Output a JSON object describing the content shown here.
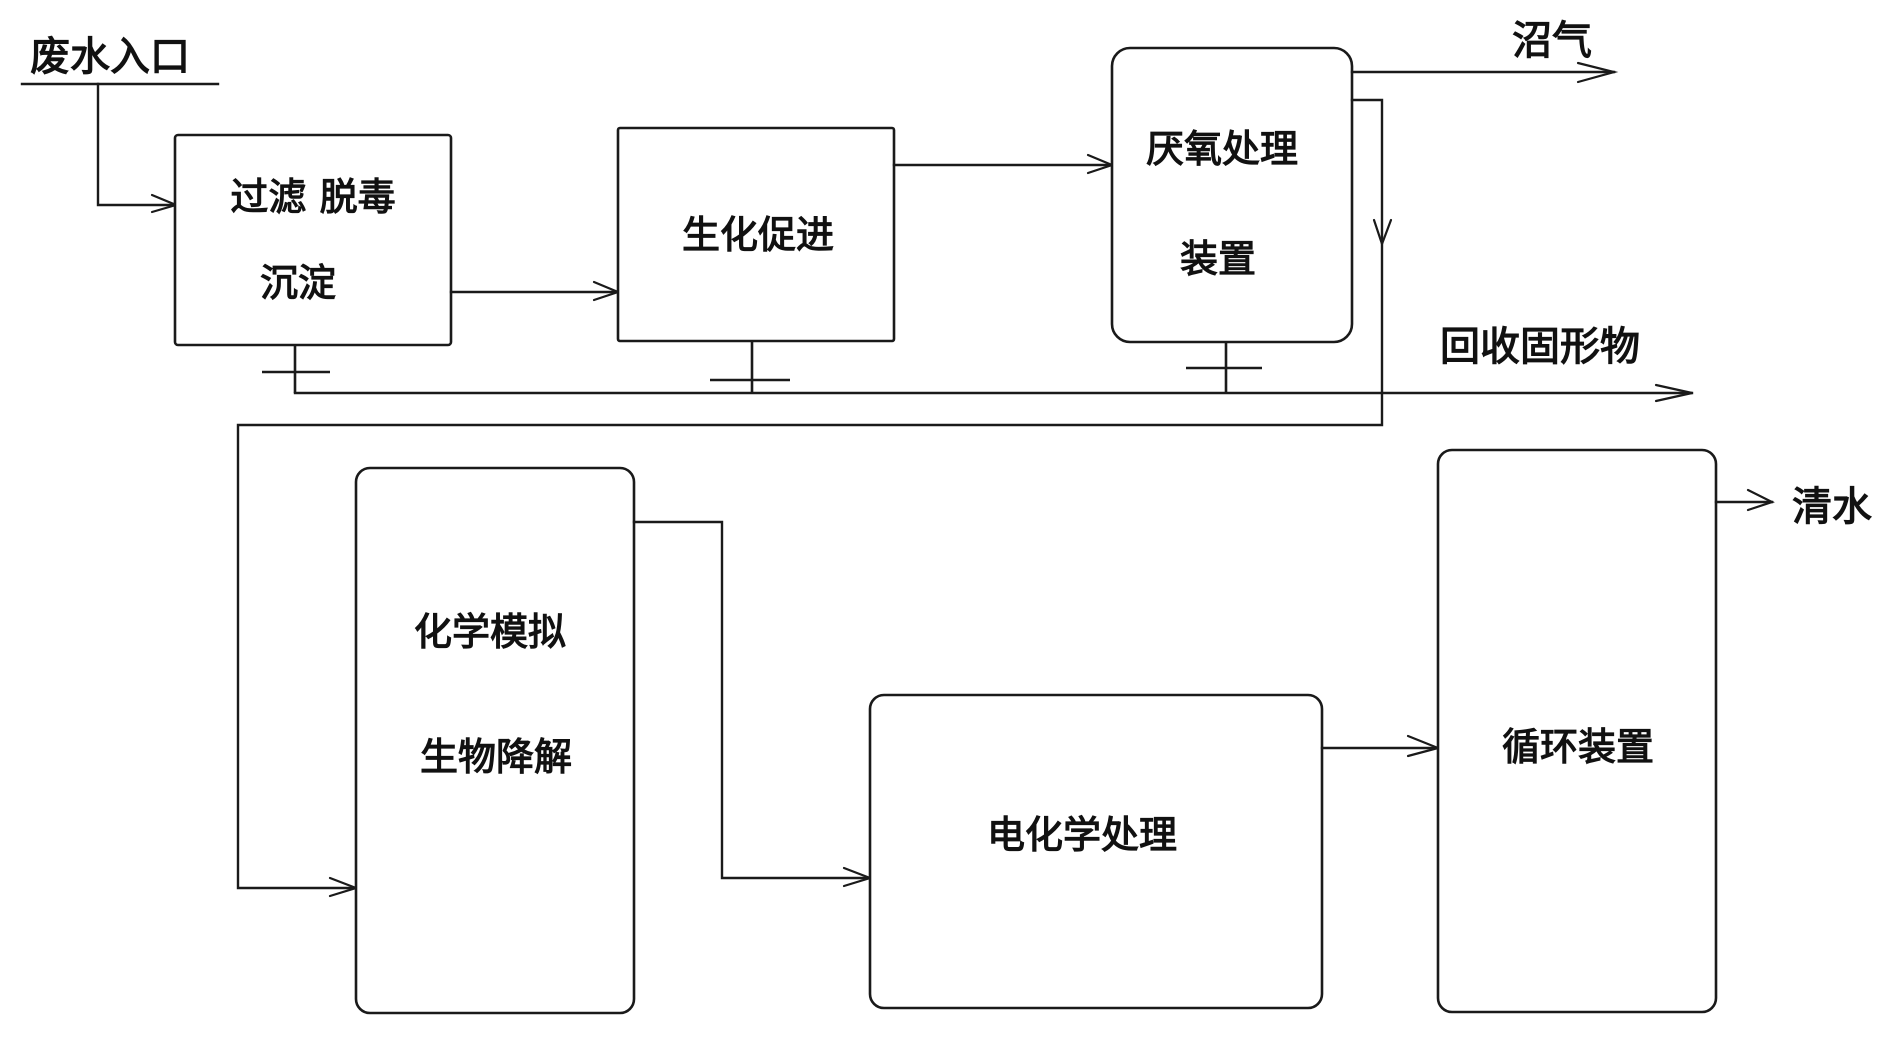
{
  "diagram": {
    "inputs": {
      "inlet": "废水入口"
    },
    "outputs": {
      "biogas": "沼气",
      "solids": "回收固形物",
      "clean_water": "清水"
    },
    "nodes": {
      "filter": {
        "line1": "过滤 脱毒",
        "line2": "沉淀"
      },
      "biochem": {
        "line1": "生化促进"
      },
      "anaerobic": {
        "line1": "厌氧处理",
        "line2": "装置"
      },
      "chembio": {
        "line1": "化学模拟",
        "line2": "生物降解"
      },
      "electro": {
        "line1": "电化学处理"
      },
      "recycle": {
        "line1": "循环装置"
      }
    },
    "edges": [
      {
        "from": "inlet",
        "to": "filter"
      },
      {
        "from": "filter",
        "to": "biochem"
      },
      {
        "from": "biochem",
        "to": "anaerobic"
      },
      {
        "from": "anaerobic",
        "to": "biogas"
      },
      {
        "from": "anaerobic",
        "to": "chembio"
      },
      {
        "from": "filter",
        "to": "solids"
      },
      {
        "from": "biochem",
        "to": "solids"
      },
      {
        "from": "anaerobic",
        "to": "solids"
      },
      {
        "from": "chembio",
        "to": "electro"
      },
      {
        "from": "electro",
        "to": "recycle"
      },
      {
        "from": "recycle",
        "to": "clean_water"
      }
    ]
  }
}
